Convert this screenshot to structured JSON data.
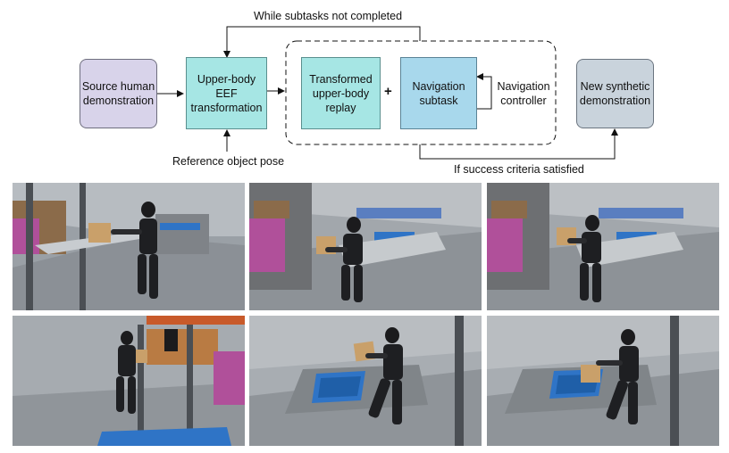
{
  "diagram": {
    "source_demo": "Source human demonstration",
    "eef_transform": "Upper-body EEF transformation",
    "replay": "Transformed upper-body replay",
    "plus": "+",
    "nav_subtask": "Navigation subtask",
    "nav_controller": "Navigation controller",
    "new_demo": "New synthetic demonstration",
    "loop_label": "While subtasks not completed",
    "ref_pose": "Reference object pose",
    "success_label": "If success criteria satisfied"
  },
  "colors": {
    "source_box": "#d8d3ea",
    "teal_box": "#a6e6e4",
    "blue_box": "#a8d8ec",
    "gray_box": "#c9d3dc",
    "bin_blue": "#2f74c6"
  },
  "panels": [
    {
      "name": "warehouse-pick-view-1"
    },
    {
      "name": "warehouse-pick-view-2"
    },
    {
      "name": "warehouse-pick-view-3"
    },
    {
      "name": "shelf-carry-view"
    },
    {
      "name": "bin-place-view-1"
    },
    {
      "name": "bin-place-view-2"
    }
  ]
}
